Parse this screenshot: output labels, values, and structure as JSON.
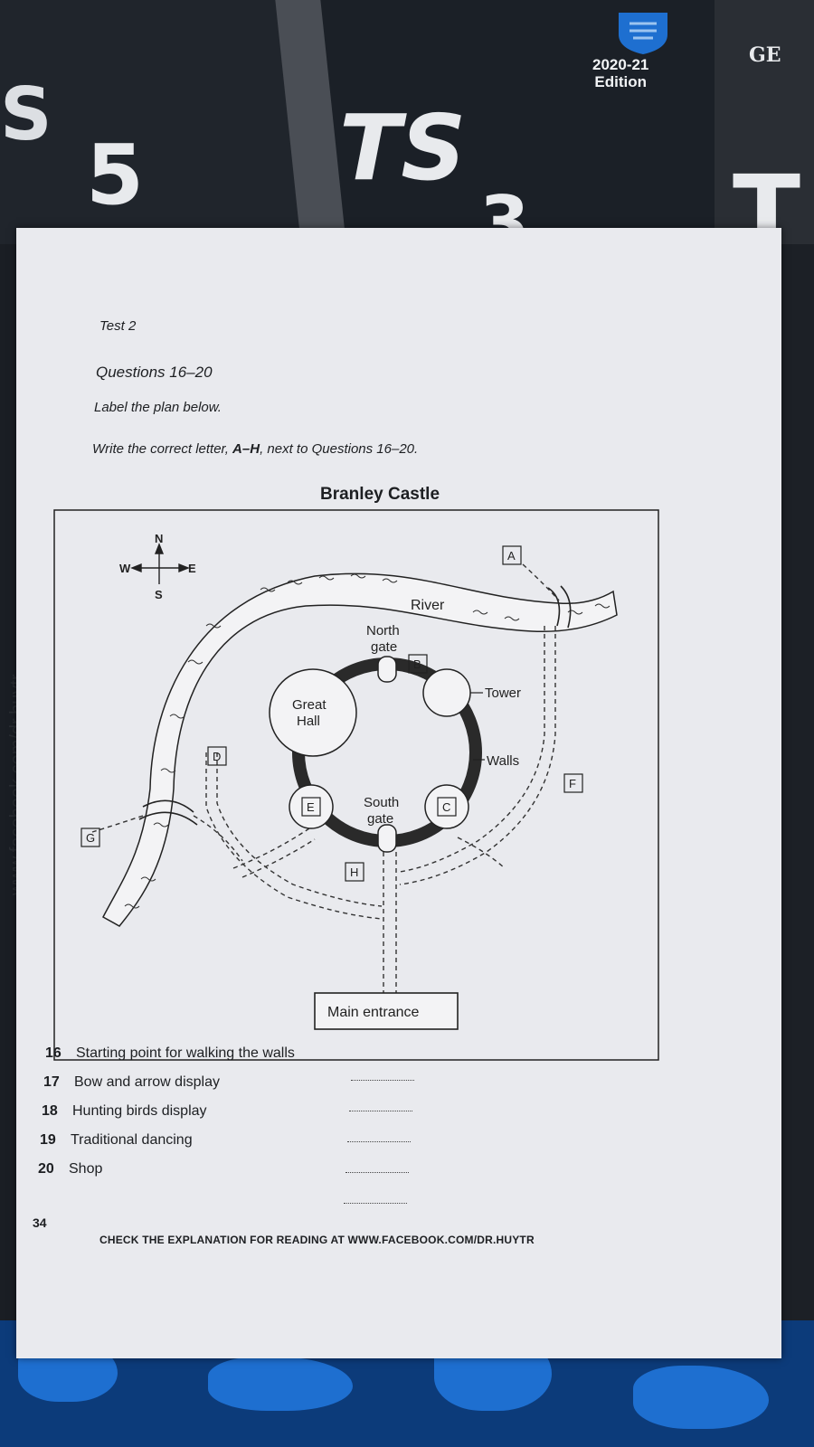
{
  "cover": {
    "edition_year": "2020-21",
    "edition_label": "Edition",
    "number": "5",
    "letters_ts": "TS",
    "letters_ge": "GE",
    "partial_s": "S",
    "partial_3": "3",
    "partial_t": "T"
  },
  "side_watermark": "www.facebook.com/dr.huytr",
  "page": {
    "header": "Test 2",
    "questions_range": "Questions 16–20",
    "instruction_1": "Label the plan below.",
    "instruction_2_pre": "Write the correct letter, ",
    "instruction_2_bold": "A–H",
    "instruction_2_post": ", next to Questions 16–20.",
    "map_title": "Branley Castle",
    "page_number": "34",
    "footer": "CHECK THE EXPLANATION FOR READING AT WWW.FACEBOOK.COM/DR.HUYTR"
  },
  "map": {
    "compass": {
      "n": "N",
      "s": "S",
      "e": "E",
      "w": "W"
    },
    "labels": {
      "river": "River",
      "north_gate_1": "North",
      "north_gate_2": "gate",
      "tower": "Tower",
      "walls": "Walls",
      "great_hall_1": "Great",
      "great_hall_2": "Hall",
      "south_gate_1": "South",
      "south_gate_2": "gate",
      "main_entrance": "Main entrance"
    },
    "letters": {
      "a": "A",
      "b": "B",
      "c": "C",
      "d": "D",
      "e": "E",
      "f": "F",
      "g": "G",
      "h": "H"
    }
  },
  "questions": [
    {
      "num": "16",
      "text": "Starting point for walking the walls"
    },
    {
      "num": "17",
      "text": "Bow and arrow display"
    },
    {
      "num": "18",
      "text": "Hunting birds display"
    },
    {
      "num": "19",
      "text": "Traditional dancing"
    },
    {
      "num": "20",
      "text": "Shop"
    }
  ]
}
